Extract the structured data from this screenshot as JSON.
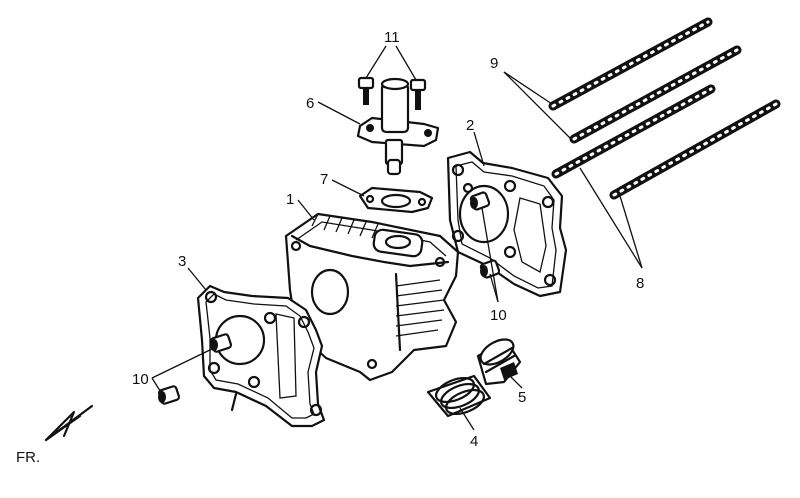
{
  "callouts": {
    "c1": "1",
    "c2": "2",
    "c3": "3",
    "c4": "4",
    "c5": "5",
    "c6": "6",
    "c7": "7",
    "c8": "8",
    "c9": "9",
    "c10_left": "10",
    "c10_right": "10",
    "c11": "11"
  },
  "front_marker": "FR.",
  "colors": {
    "line": "#111111",
    "background": "#ffffff"
  }
}
